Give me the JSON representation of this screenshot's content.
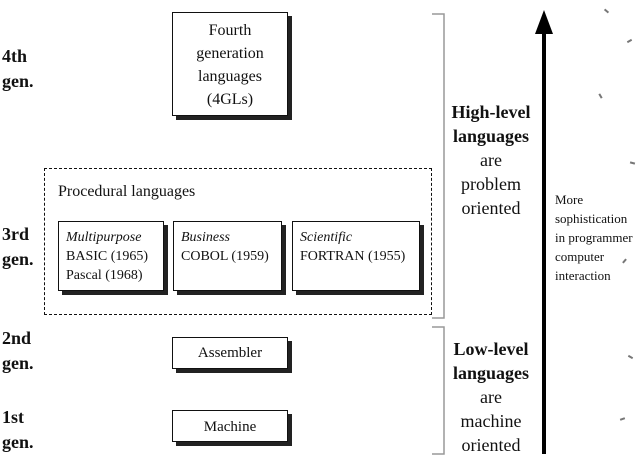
{
  "generations": {
    "g4": [
      "4th",
      "gen."
    ],
    "g3": [
      "3rd",
      "gen."
    ],
    "g2": [
      "2nd",
      "gen."
    ],
    "g1": [
      "1st",
      "gen."
    ]
  },
  "fourth_gen_box": [
    "Fourth",
    "generation",
    "languages",
    "(4GLs)"
  ],
  "procedural": {
    "title": "Procedural languages",
    "multipurpose": {
      "category": "Multipurpose",
      "items": [
        "BASIC (1965)",
        "Pascal  (1968)"
      ]
    },
    "business": {
      "category": "Business",
      "items": [
        "COBOL (1959)"
      ]
    },
    "scientific": {
      "category": "Scientific",
      "items": [
        "FORTRAN (1955)"
      ]
    }
  },
  "assembler_label": "Assembler",
  "machine_label": "Machine",
  "high_level": {
    "bold": [
      "High-level",
      "languages"
    ],
    "rest": [
      "are",
      "problem",
      "oriented"
    ]
  },
  "low_level": {
    "bold": [
      "Low-level",
      "languages"
    ],
    "rest": [
      "are",
      "machine",
      "oriented"
    ]
  },
  "arrow_note": [
    "More",
    "sophistication",
    "in programmer",
    "computer",
    "interaction"
  ]
}
